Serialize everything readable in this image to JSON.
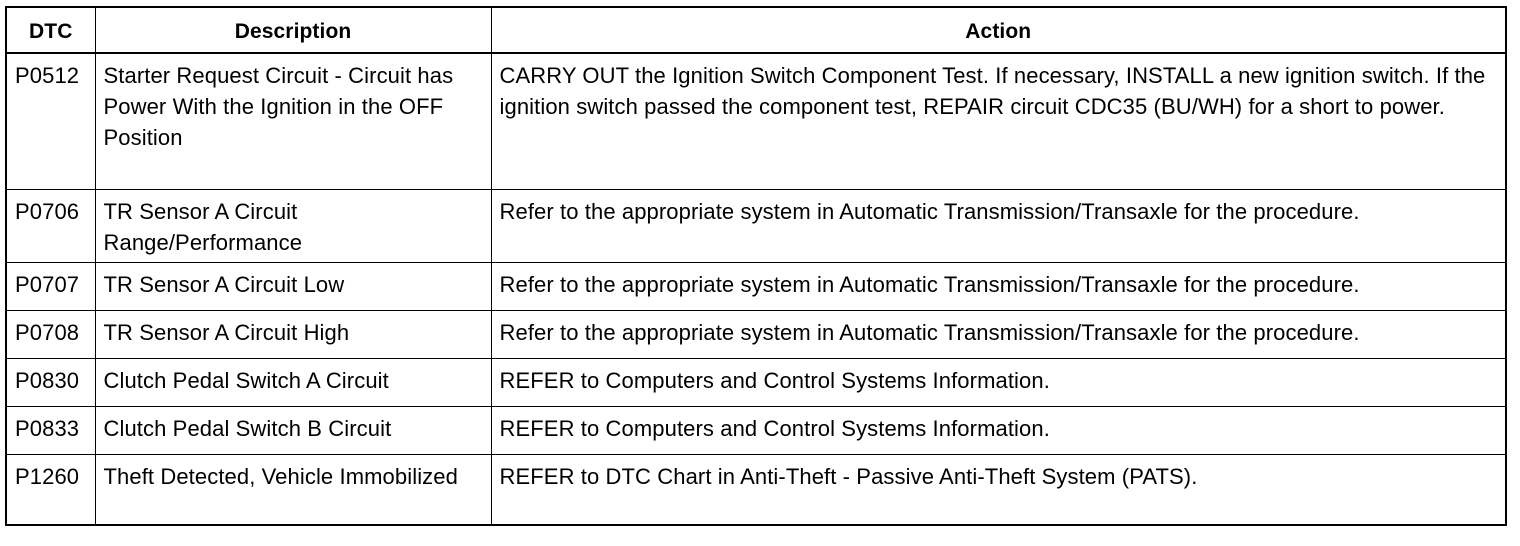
{
  "table": {
    "headers": {
      "code": "DTC",
      "description": "Description",
      "action": "Action"
    },
    "rows": [
      {
        "code": "P0512",
        "description": "Starter Request Circuit - Circuit has Power With the Ignition in the OFF Position",
        "action": "CARRY OUT the Ignition Switch Component Test. If necessary, INSTALL a new ignition switch. If the ignition switch passed the component test, REPAIR circuit CDC35 (BU/WH) for a short to power."
      },
      {
        "code": "P0706",
        "description": "TR Sensor A Circuit Range/Performance",
        "action": "Refer to the appropriate system in Automatic Transmission/Transaxle for the procedure."
      },
      {
        "code": "P0707",
        "description": "TR Sensor A Circuit Low",
        "action": "Refer to the appropriate system in Automatic Transmission/Transaxle for the procedure."
      },
      {
        "code": "P0708",
        "description": "TR Sensor A Circuit High",
        "action": "Refer to the appropriate system in Automatic Transmission/Transaxle for the procedure."
      },
      {
        "code": "P0830",
        "description": "Clutch Pedal Switch A Circuit",
        "action": "REFER to Computers and Control Systems Information."
      },
      {
        "code": "P0833",
        "description": "Clutch Pedal Switch B Circuit",
        "action": "REFER to Computers and Control Systems Information."
      },
      {
        "code": "P1260",
        "description": "Theft Detected, Vehicle Immobilized",
        "action": "REFER to DTC Chart in Anti-Theft - Passive Anti-Theft System (PATS)."
      }
    ]
  }
}
